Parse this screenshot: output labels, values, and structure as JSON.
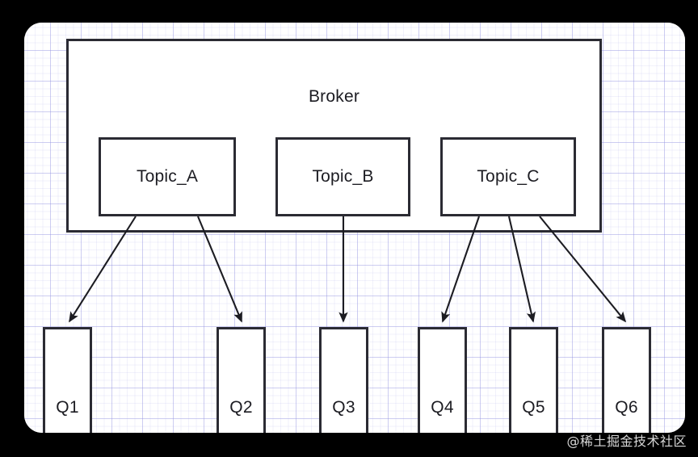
{
  "diagram": {
    "type": "message-broker-topology",
    "broker": {
      "label": "Broker"
    },
    "topics": [
      {
        "id": "topic-a",
        "label": "Topic_A"
      },
      {
        "id": "topic-b",
        "label": "Topic_B"
      },
      {
        "id": "topic-c",
        "label": "Topic_C"
      }
    ],
    "queues": [
      {
        "id": "q1",
        "label": "Q1"
      },
      {
        "id": "q2",
        "label": "Q2"
      },
      {
        "id": "q3",
        "label": "Q3"
      },
      {
        "id": "q4",
        "label": "Q4"
      },
      {
        "id": "q5",
        "label": "Q5"
      },
      {
        "id": "q6",
        "label": "Q6"
      }
    ],
    "connections": [
      {
        "from": "topic-a",
        "to": "q1"
      },
      {
        "from": "topic-a",
        "to": "q2"
      },
      {
        "from": "topic-b",
        "to": "q3"
      },
      {
        "from": "topic-c",
        "to": "q4"
      },
      {
        "from": "topic-c",
        "to": "q5"
      },
      {
        "from": "topic-c",
        "to": "q6"
      }
    ]
  },
  "watermark": {
    "text": "@稀土掘金技术社区"
  },
  "colors": {
    "stroke": "#2b2b33",
    "canvas": "#ffffff",
    "backdrop": "#000000",
    "grid_line": "#9696e1",
    "text": "#1c1c22",
    "watermark_text": "#d8d8d8"
  }
}
